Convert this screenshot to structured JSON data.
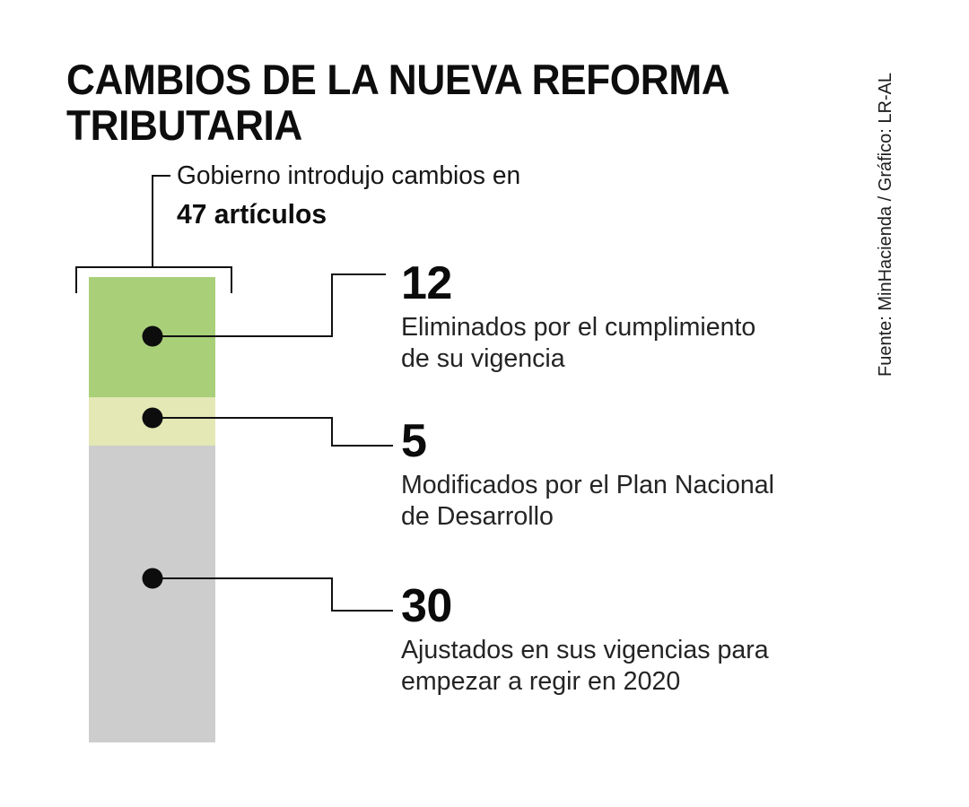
{
  "title": "CAMBIOS DE LA NUEVA REFORMA\nTRIBUTARIA",
  "kicker": {
    "lead": "Gobierno introdujo cambios en",
    "highlight": "47 artículos"
  },
  "source": "Fuente: MinHacienda / Gráfico: LR-AL",
  "colors": {
    "background": "#ffffff",
    "segment_eliminated": "#a9cf79",
    "segment_modified": "#e3e8b4",
    "segment_adjusted": "#cdcdcd",
    "line": "#111111",
    "text": "#161616"
  },
  "callouts": [
    {
      "value": "12",
      "description": "Eliminados por el cumplimiento\nde su vigencia"
    },
    {
      "value": "5",
      "description": "Modificados por el Plan Nacional\nde Desarrollo"
    },
    {
      "value": "30",
      "description": "Ajustados en sus vigencias para\nempezar a regir en 2020"
    }
  ],
  "chart_data": {
    "type": "bar",
    "orientation": "vertical-stacked",
    "title": "CAMBIOS DE LA NUEVA REFORMA TRIBUTARIA",
    "subtitle": "Gobierno introdujo cambios en 47 artículos",
    "xlabel": "",
    "ylabel": "",
    "total": 47,
    "total_label": "47 artículos",
    "categories": [
      "Eliminados",
      "Modificados",
      "Ajustados"
    ],
    "values": [
      12,
      5,
      30
    ],
    "series": [
      {
        "name": "Eliminados por el cumplimiento de su vigencia",
        "value": 12,
        "color": "#a9cf79"
      },
      {
        "name": "Modificados por el Plan Nacional de Desarrollo",
        "value": 5,
        "color": "#e3e8b4"
      },
      {
        "name": "Ajustados en sus vigencias para empezar a regir en 2020",
        "value": 30,
        "color": "#cdcdcd"
      }
    ],
    "grid": false,
    "legend": "callout-labels",
    "ylim": [
      0,
      47
    ],
    "source": "Fuente: MinHacienda / Gráfico: LR-AL"
  }
}
